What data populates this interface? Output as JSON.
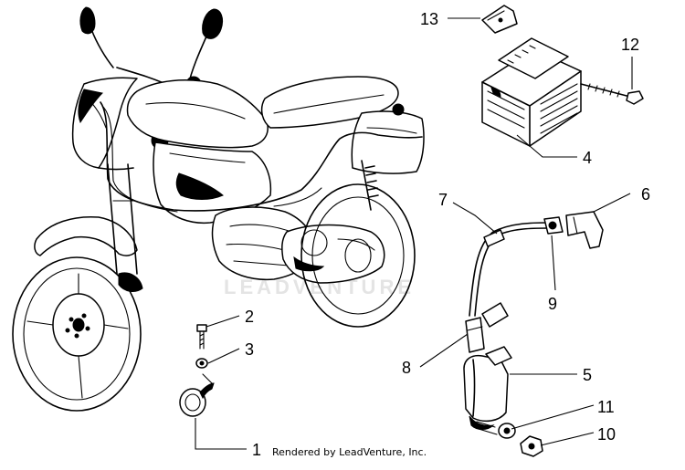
{
  "diagram": {
    "callouts": [
      {
        "id": "c1",
        "label": "1"
      },
      {
        "id": "c2",
        "label": "2"
      },
      {
        "id": "c3",
        "label": "3"
      },
      {
        "id": "c4",
        "label": "4"
      },
      {
        "id": "c5",
        "label": "5"
      },
      {
        "id": "c6",
        "label": "6"
      },
      {
        "id": "c7",
        "label": "7"
      },
      {
        "id": "c8",
        "label": "8"
      },
      {
        "id": "c9",
        "label": "9"
      },
      {
        "id": "c10",
        "label": "10"
      },
      {
        "id": "c11",
        "label": "11"
      },
      {
        "id": "c12",
        "label": "12"
      },
      {
        "id": "c13",
        "label": "13"
      }
    ],
    "credit": "Rendered by LeadVenture, Inc.",
    "watermark": "LEADVENTURE"
  },
  "colors": {
    "ink": "#000000",
    "background": "#ffffff",
    "watermark": "#e4e4e4"
  }
}
